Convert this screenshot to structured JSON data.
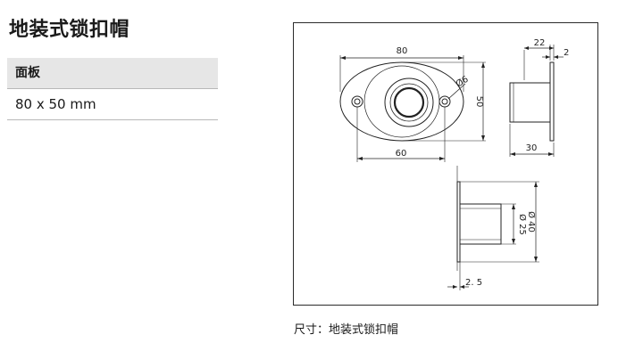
{
  "page": {
    "title": "地装式锁扣帽",
    "caption": "尺寸：地装式锁扣帽"
  },
  "spec": {
    "header": "面板",
    "value": "80 x 50 mm"
  },
  "drawing": {
    "dims": {
      "width_80": "80",
      "height_50": "50",
      "hole_spacing_60": "60",
      "hole_dia_6": "Ø6",
      "side_22": "22",
      "side_2": "2",
      "side_30": "30",
      "dia_25": "Ø 25",
      "dia_40": "Ø 40",
      "thick_2_5": "2. 5"
    }
  }
}
